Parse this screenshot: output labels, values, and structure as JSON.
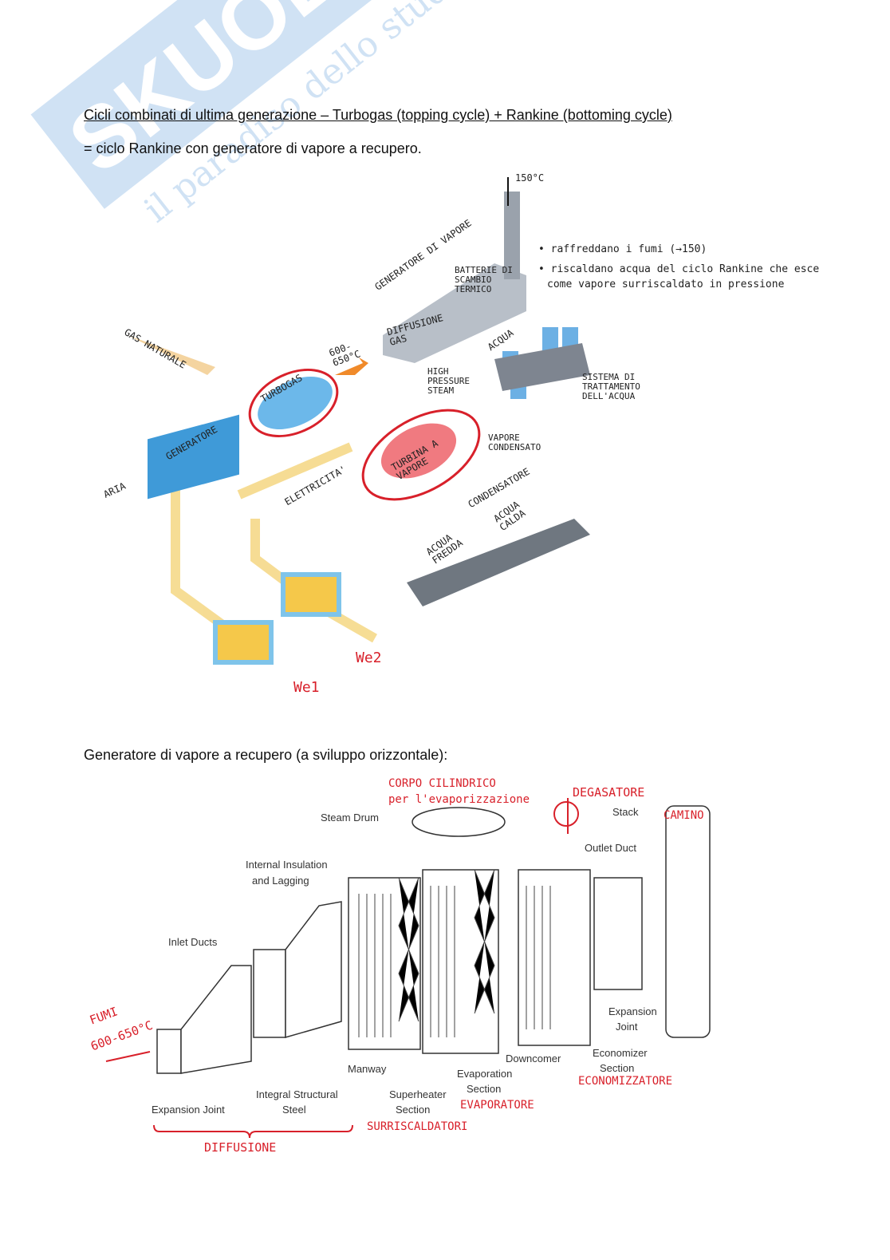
{
  "watermark": {
    "brand": "SKUOLA.net",
    "tagline": "il paradiso dello studente"
  },
  "heading": "Cicli combinati di ultima generazione – Turbogas (topping cycle) + Rankine (bottoming cycle)",
  "subheading": "= ciclo Rankine con generatore di vapore a recupero.",
  "diagram1": {
    "temp_stack": "150°C",
    "generatore_vapore": "GENERATORE DI VAPORE",
    "batterie": "BATTERIE DI SCAMBIO TERMICO",
    "note1": "• raffreddano i fumi (→150)",
    "note2": "• riscaldano acqua del ciclo Rankine che esce",
    "note3": "come vapore surriscaldato in pressione",
    "diffusione_gas": "DIFFUSIONE GAS",
    "acqua": "ACQUA",
    "gas_naturale": "GAS NATURALE",
    "temp_gas": "600-650°C",
    "high_pressure": "HIGH PRESSURE STEAM",
    "sistema": "SISTEMA DI TRATTAMENTO DELL'ACQUA",
    "turbogas": "TURBOGAS",
    "generatore": "GENERATORE",
    "turbina": "TURBINA A VAPORE",
    "vapore_condensato": "VAPORE CONDENSATO",
    "aria": "ARIA",
    "elettricita": "ELETTRICITA'",
    "condensatore": "CONDENSATORE",
    "acqua_calda": "ACQUA CALDA",
    "acqua_fredda": "ACQUA FREDDA",
    "we2": "We2",
    "we1": "We1"
  },
  "section2_title": "Generatore di vapore a recupero (a sviluppo orizzontale):",
  "diagram2": {
    "corpo": "CORPO CILINDRICO",
    "corpo2": "per l'evaporizzazione",
    "degasatore": "DEGASATORE",
    "stack": "Stack",
    "camino": "CAMINO",
    "steam_drum": "Steam Drum",
    "outlet_duct": "Outlet Duct",
    "insulation": "Internal Insulation",
    "insulation2": "and Lagging",
    "inlet_ducts": "Inlet Ducts",
    "fumi": "FUMI",
    "fumi_temp": "600-650°C",
    "expansion_joint2": "Expansion",
    "expansion_joint2b": "Joint",
    "downcomer": "Downcomer",
    "economizer": "Economizer",
    "economizer2": "Section",
    "manway": "Manway",
    "evaporation": "Evaporation",
    "evaporation2": "Section",
    "economizzatore": "ECONOMIZZATORE",
    "expansion_joint": "Expansion Joint",
    "structural": "Integral Structural",
    "structural2": "Steel",
    "superheater": "Superheater",
    "superheater2": "Section",
    "evaporatore": "EVAPORATORE",
    "surriscaldatori": "SURRISCALDATORI",
    "diffusione": "DIFFUSIONE"
  }
}
